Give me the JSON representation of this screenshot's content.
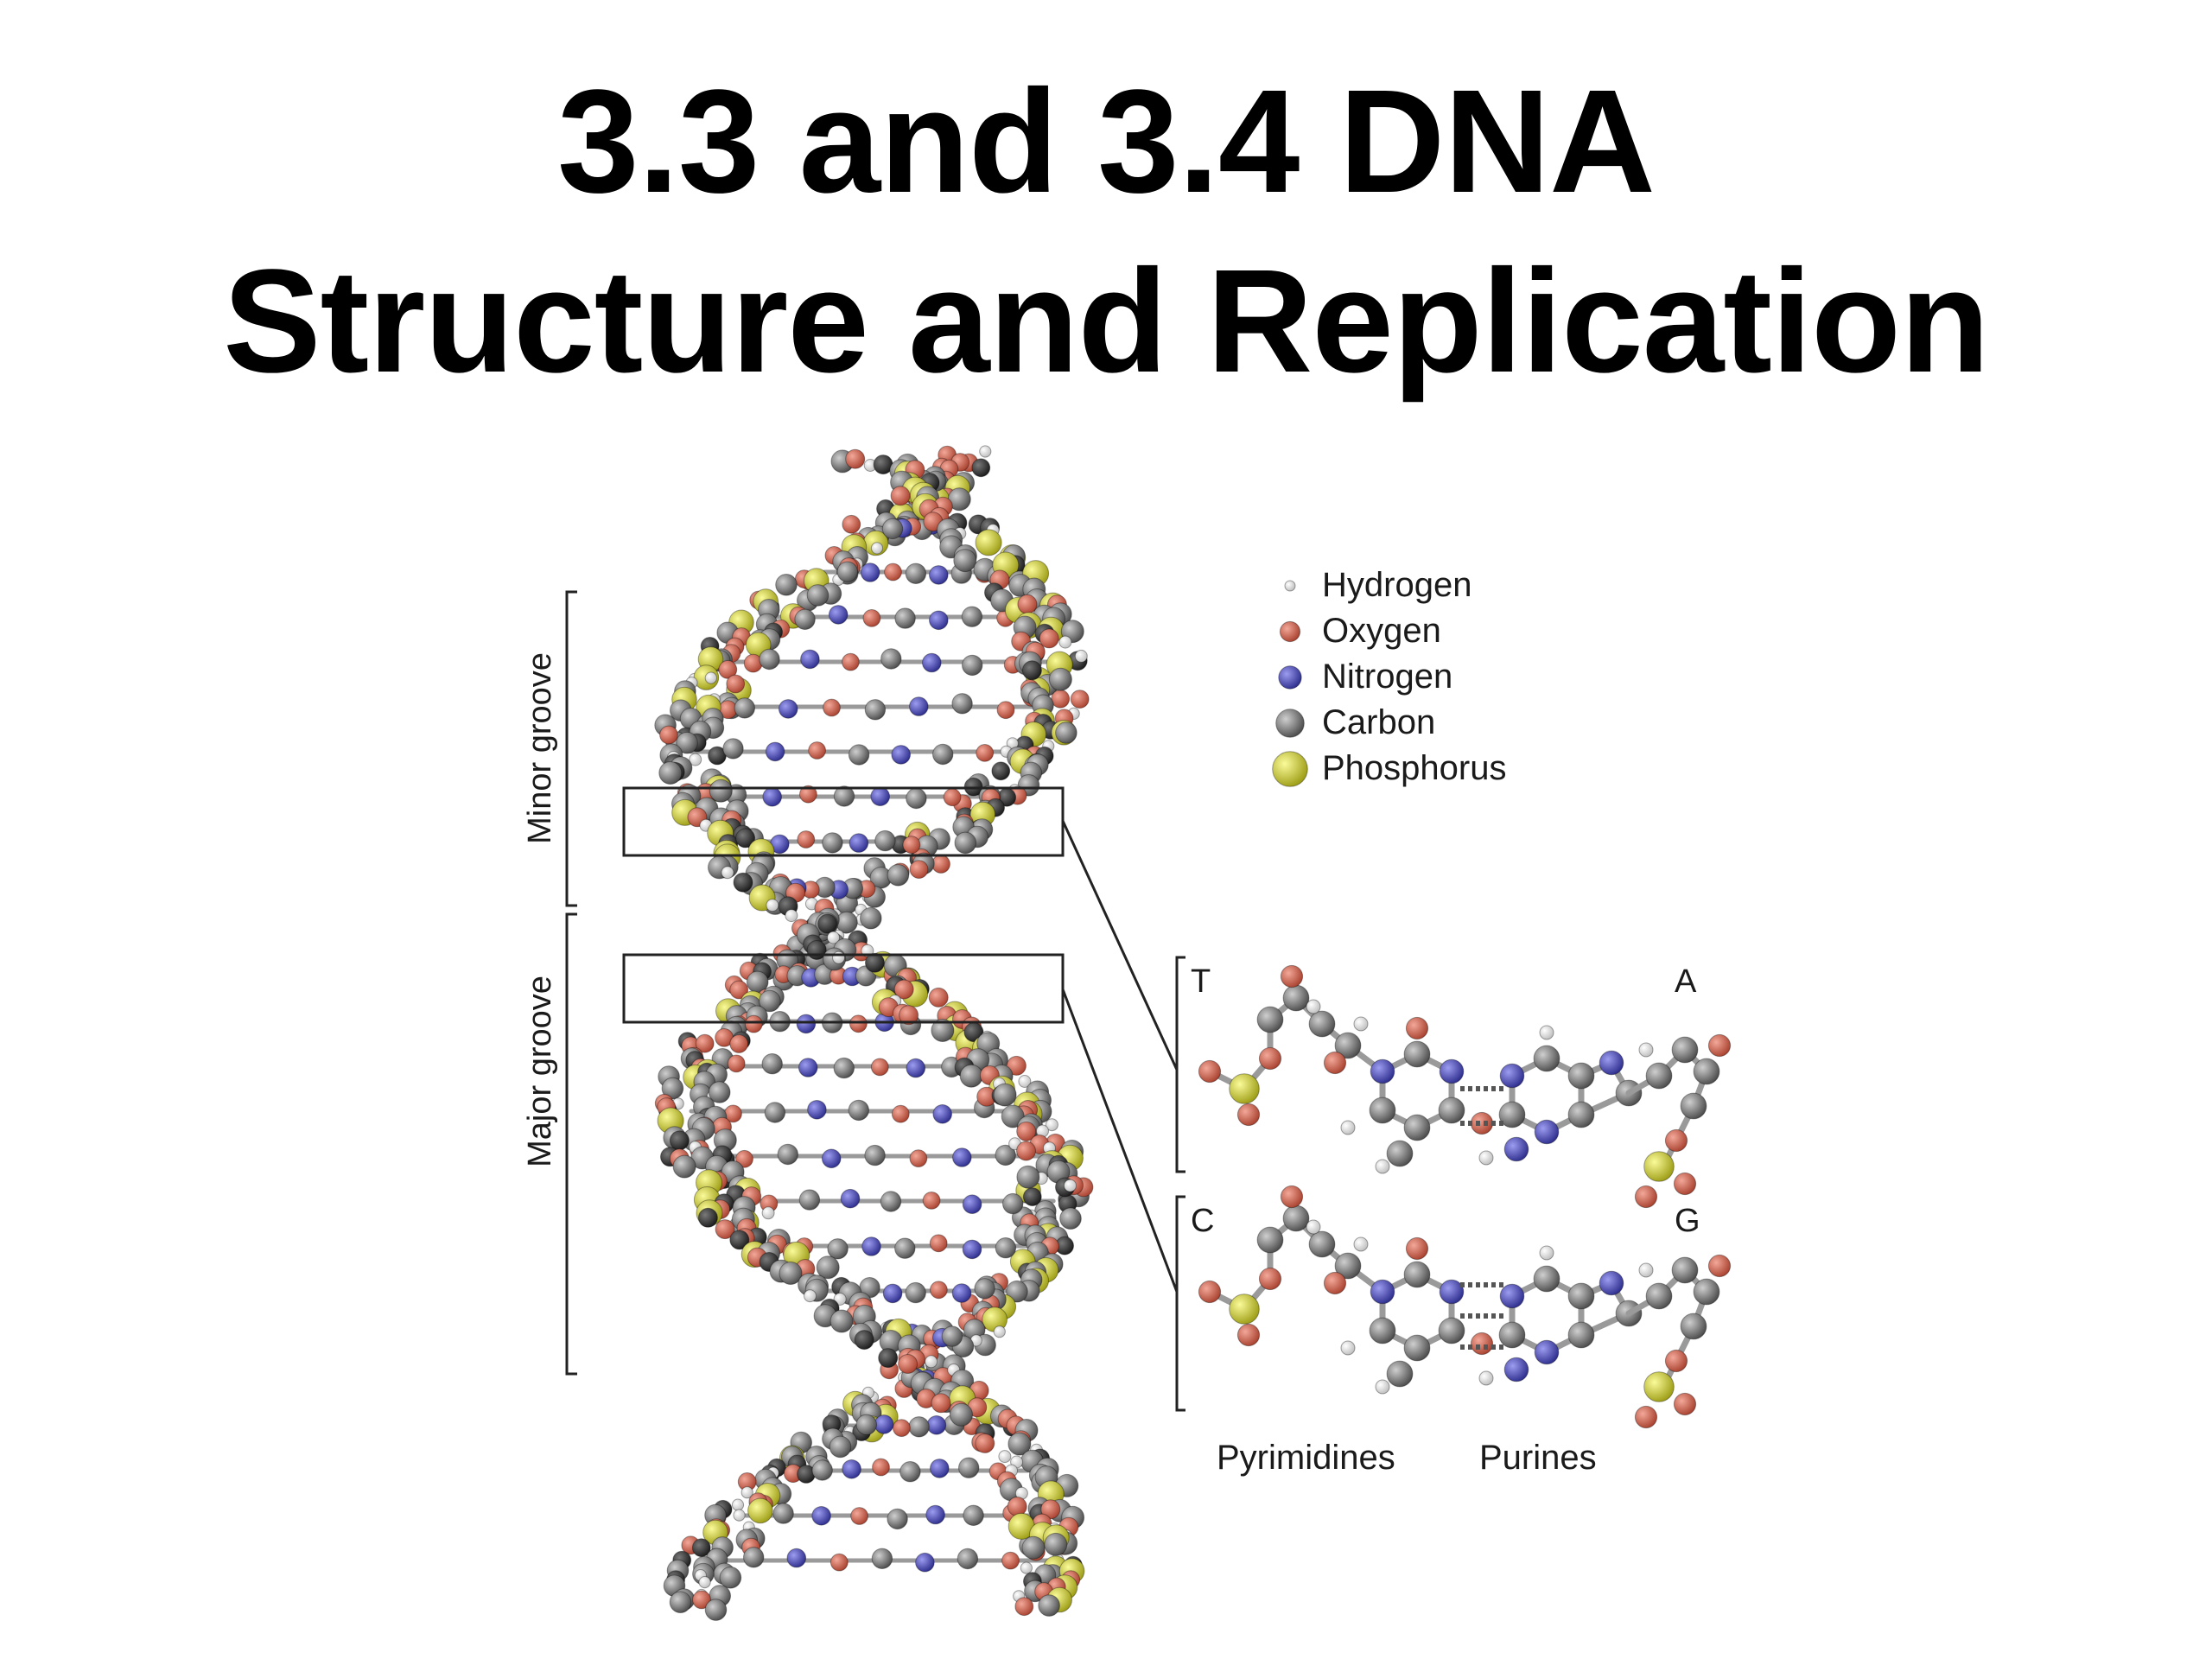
{
  "slide": {
    "title_line1": "3.3 and 3.4 DNA",
    "title_line2": "Structure and Replication"
  },
  "figure": {
    "groove_labels": {
      "minor": "Minor groove",
      "major": "Major groove"
    },
    "legend": [
      {
        "label": "Hydrogen",
        "color": "#f2f2f2"
      },
      {
        "label": "Oxygen",
        "color": "#d9705c"
      },
      {
        "label": "Nitrogen",
        "color": "#5c5cc8"
      },
      {
        "label": "Carbon",
        "color": "#8a8a8a"
      },
      {
        "label": "Phosphorus",
        "color": "#e2e24a"
      }
    ],
    "base_pairs": [
      {
        "left": "T",
        "right": "A"
      },
      {
        "left": "C",
        "right": "G"
      }
    ],
    "bottom_labels": {
      "pyrimidines": "Pyrimidines",
      "purines": "Purines"
    }
  },
  "colors": {
    "hydrogen": "#f2f2f2",
    "oxygen": "#d9705c",
    "nitrogen": "#5c5cc8",
    "carbon": "#8a8a8a",
    "phosphorus": "#e2e24a",
    "dark_atom": "#3a3a3a"
  }
}
